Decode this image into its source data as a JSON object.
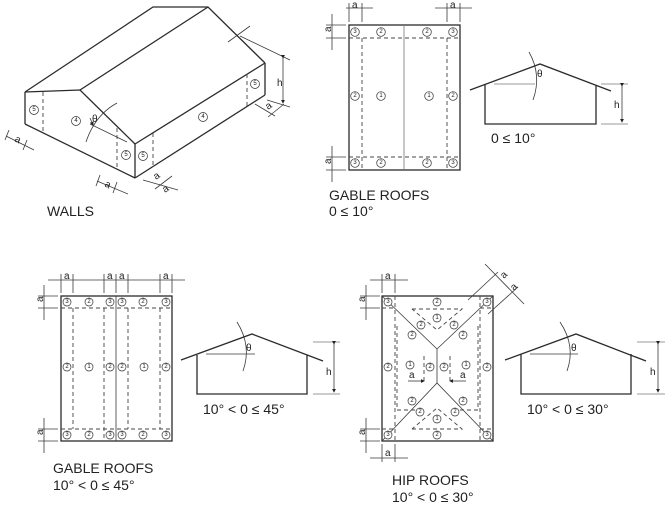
{
  "figures": {
    "walls": {
      "caption": "WALLS",
      "zones": [
        "5",
        "4",
        "5",
        "5",
        "4",
        "5"
      ],
      "dims": {
        "a": "a",
        "h": "h",
        "theta": "θ"
      }
    },
    "gable_low": {
      "caption_line1": "GABLE ROOFS",
      "caption_line2": "0 ≤ 10°",
      "profile_label": "0 ≤ 10°",
      "zones": {
        "corner": "3",
        "edge": "2",
        "field": "1"
      },
      "dims": {
        "a": "a",
        "h": "h",
        "theta": "θ"
      }
    },
    "gable_high": {
      "caption_line1": "GABLE ROOFS",
      "caption_line2": "10° < 0 ≤ 45°",
      "profile_label": "10° < 0 ≤ 45°",
      "zones": {
        "corner": "3",
        "edge": "2",
        "field": "1"
      },
      "dims": {
        "a": "a",
        "h": "h",
        "theta": "θ"
      }
    },
    "hip": {
      "caption_line1": "HIP ROOFS",
      "caption_line2": "10° < 0 ≤ 30°",
      "profile_label": "10° < 0 ≤ 30°",
      "zones": {
        "corner": "3",
        "edge": "2",
        "field": "1"
      },
      "dims": {
        "a": "a",
        "h": "h",
        "theta": "θ"
      }
    }
  }
}
